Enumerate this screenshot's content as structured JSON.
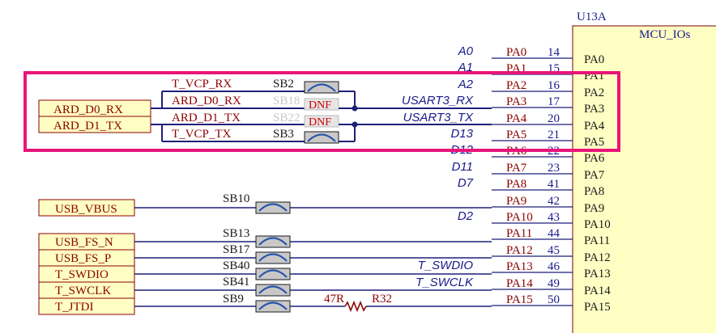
{
  "mcu": {
    "designator": "U13A",
    "name": "MCU_IOs",
    "pins": [
      {
        "name": "PA0",
        "port": "PA0",
        "num": "14",
        "net": "A0"
      },
      {
        "name": "PA1",
        "port": "PA1",
        "num": "15",
        "net": "A1"
      },
      {
        "name": "PA2",
        "port": "PA2",
        "num": "16",
        "net": "A2"
      },
      {
        "name": "PA3",
        "port": "PA3",
        "num": "17",
        "net": "USART3_RX"
      },
      {
        "name": "PA4",
        "port": "PA4",
        "num": "20",
        "net": "USART3_TX"
      },
      {
        "name": "PA5",
        "port": "PA5",
        "num": "21",
        "net": "D13"
      },
      {
        "name": "PA6",
        "port": "PA6",
        "num": "22",
        "net": "D12"
      },
      {
        "name": "PA7",
        "port": "PA7",
        "num": "23",
        "net": "D11"
      },
      {
        "name": "PA8",
        "port": "PA8",
        "num": "41",
        "net": "D7"
      },
      {
        "name": "PA9",
        "port": "PA9",
        "num": "42",
        "net": ""
      },
      {
        "name": "PA10",
        "port": "PA10",
        "num": "43",
        "net": "D2"
      },
      {
        "name": "PA11",
        "port": "PA11",
        "num": "44",
        "net": ""
      },
      {
        "name": "PA12",
        "port": "PA12",
        "num": "45",
        "net": ""
      },
      {
        "name": "PA13",
        "port": "PA13",
        "num": "46",
        "net": "T_SWDIO"
      },
      {
        "name": "PA14",
        "port": "PA14",
        "num": "49",
        "net": "T_SWCLK"
      },
      {
        "name": "PA15",
        "port": "PA15",
        "num": "50",
        "net": ""
      }
    ]
  },
  "ports": {
    "ard_d0_rx": "ARD_D0_RX",
    "ard_d1_tx": "ARD_D1_TX",
    "usb_vbus": "USB_VBUS",
    "usb_fs_n": "USB_FS_N",
    "usb_fs_p": "USB_FS_P",
    "t_swdio": "T_SWDIO",
    "t_swclk": "T_SWCLK",
    "t_jtdi": "T_JTDI"
  },
  "nets": {
    "t_vcp_rx": "T_VCP_RX",
    "ard_d0_rx": "ARD_D0_RX",
    "ard_d1_tx": "ARD_D1_TX",
    "t_vcp_tx": "T_VCP_TX"
  },
  "jumpers": {
    "sb2": "SB2",
    "sb18": "SB18",
    "sb22": "SB22",
    "sb3": "SB3",
    "sb10": "SB10",
    "sb13": "SB13",
    "sb17": "SB17",
    "sb40": "SB40",
    "sb41": "SB41",
    "sb9": "SB9",
    "dnf": "DNF"
  },
  "resistor": {
    "value": "47R",
    "ref": "R32"
  },
  "highlight_color": "#e8157a"
}
